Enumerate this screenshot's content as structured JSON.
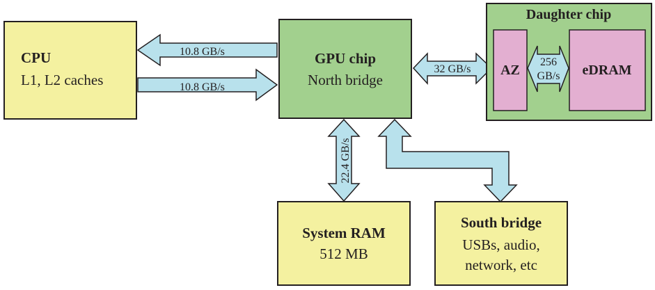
{
  "colors": {
    "yellow_box": "#f4f1a0",
    "green_box": "#a2d08e",
    "pink_box": "#e3afd1",
    "arrow_fill": "#b8e1ec",
    "stroke": "#231f20"
  },
  "cpu": {
    "title": "CPU",
    "subtitle": "L1, L2 caches"
  },
  "gpu": {
    "title": "GPU chip",
    "subtitle": "North bridge"
  },
  "daughter": {
    "title": "Daughter chip",
    "az": "AZ",
    "edram": "eDRAM",
    "bw_top": "256",
    "bw_bottom": "GB/s"
  },
  "ram": {
    "title": "System RAM",
    "subtitle": "512 MB"
  },
  "south": {
    "title": "South bridge",
    "line1": "USBs, audio,",
    "line2": "network, etc"
  },
  "links": {
    "gpu_to_cpu": "10.8 GB/s",
    "cpu_to_gpu": "10.8 GB/s",
    "gpu_daughter": "32 GB/s",
    "gpu_ram": "22.4 GB/s"
  }
}
